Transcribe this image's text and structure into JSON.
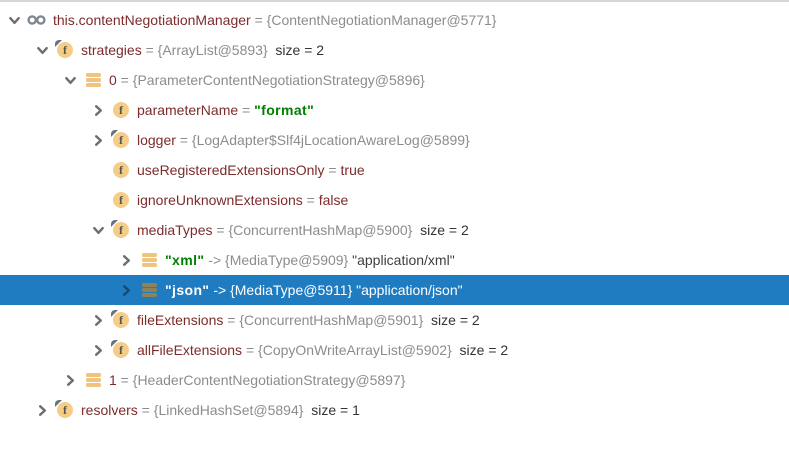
{
  "colors": {
    "selection_background": "#1f7cc1",
    "variable_name": "#7d2b2b",
    "reference_text": "#8c8c8c",
    "string_value": "#008000",
    "plain_value": "#343434",
    "field_icon_fill": "#f6cd87",
    "array_icon_fill": "#f0c47e",
    "array_icon_fill_selected": "#8d8358"
  },
  "icons": {
    "field_glyph": "f"
  },
  "tree": {
    "rows": [
      {
        "level": 0,
        "expander": "down",
        "icon": "this-object",
        "selected": false,
        "segments": [
          {
            "t": "this.contentNegotiationManager",
            "s": "name"
          },
          {
            "t": " = ",
            "s": "gray"
          },
          {
            "t": "{ContentNegotiationManager@5771}",
            "s": "gray"
          }
        ]
      },
      {
        "level": 1,
        "expander": "down",
        "icon": "field-pinned",
        "selected": false,
        "segments": [
          {
            "t": "strategies",
            "s": "name"
          },
          {
            "t": " = ",
            "s": "gray"
          },
          {
            "t": "{ArrayList@5893}",
            "s": "gray"
          },
          {
            "t": "  size = 2",
            "s": "dark"
          }
        ]
      },
      {
        "level": 2,
        "expander": "down",
        "icon": "array-element",
        "selected": false,
        "segments": [
          {
            "t": "0",
            "s": "name"
          },
          {
            "t": " = ",
            "s": "gray"
          },
          {
            "t": "{ParameterContentNegotiationStrategy@5896}",
            "s": "gray"
          }
        ]
      },
      {
        "level": 3,
        "expander": "right",
        "icon": "field",
        "selected": false,
        "segments": [
          {
            "t": "parameterName",
            "s": "name"
          },
          {
            "t": " = ",
            "s": "gray"
          },
          {
            "t": "\"format\"",
            "s": "string"
          }
        ]
      },
      {
        "level": 3,
        "expander": "right",
        "icon": "field-pinned",
        "selected": false,
        "segments": [
          {
            "t": "logger",
            "s": "name"
          },
          {
            "t": " = ",
            "s": "gray"
          },
          {
            "t": "{LogAdapter$Slf4jLocationAwareLog@5899}",
            "s": "gray"
          }
        ]
      },
      {
        "level": 3,
        "expander": "none",
        "icon": "field",
        "selected": false,
        "segments": [
          {
            "t": "useRegisteredExtensionsOnly",
            "s": "name"
          },
          {
            "t": " = ",
            "s": "gray"
          },
          {
            "t": "true",
            "s": "keyword"
          }
        ]
      },
      {
        "level": 3,
        "expander": "none",
        "icon": "field",
        "selected": false,
        "segments": [
          {
            "t": "ignoreUnknownExtensions",
            "s": "name"
          },
          {
            "t": " = ",
            "s": "gray"
          },
          {
            "t": "false",
            "s": "keyword"
          }
        ]
      },
      {
        "level": 3,
        "expander": "down",
        "icon": "field-pinned",
        "selected": false,
        "segments": [
          {
            "t": "mediaTypes",
            "s": "name"
          },
          {
            "t": " = ",
            "s": "gray"
          },
          {
            "t": "{ConcurrentHashMap@5900}",
            "s": "gray"
          },
          {
            "t": "  size = 2",
            "s": "dark"
          }
        ]
      },
      {
        "level": 4,
        "expander": "right",
        "icon": "array-element",
        "selected": false,
        "segments": [
          {
            "t": "\"xml\"",
            "s": "string"
          },
          {
            "t": " -> ",
            "s": "gray"
          },
          {
            "t": "{MediaType@5909} ",
            "s": "gray"
          },
          {
            "t": "\"application/xml\"",
            "s": "darkstr"
          }
        ]
      },
      {
        "level": 4,
        "expander": "right",
        "icon": "array-element",
        "selected": true,
        "segments": [
          {
            "t": "\"json\"",
            "s": "string"
          },
          {
            "t": " -> ",
            "s": "gray"
          },
          {
            "t": "{MediaType@5911} ",
            "s": "gray"
          },
          {
            "t": "\"application/json\"",
            "s": "darkstr"
          }
        ]
      },
      {
        "level": 3,
        "expander": "right",
        "icon": "field-pinned",
        "selected": false,
        "segments": [
          {
            "t": "fileExtensions",
            "s": "name"
          },
          {
            "t": " = ",
            "s": "gray"
          },
          {
            "t": "{ConcurrentHashMap@5901}",
            "s": "gray"
          },
          {
            "t": "  size = 2",
            "s": "dark"
          }
        ]
      },
      {
        "level": 3,
        "expander": "right",
        "icon": "field-pinned",
        "selected": false,
        "segments": [
          {
            "t": "allFileExtensions",
            "s": "name"
          },
          {
            "t": " = ",
            "s": "gray"
          },
          {
            "t": "{CopyOnWriteArrayList@5902}",
            "s": "gray"
          },
          {
            "t": "  size = 2",
            "s": "dark"
          }
        ]
      },
      {
        "level": 2,
        "expander": "right",
        "icon": "array-element",
        "selected": false,
        "segments": [
          {
            "t": "1",
            "s": "name"
          },
          {
            "t": " = ",
            "s": "gray"
          },
          {
            "t": "{HeaderContentNegotiationStrategy@5897}",
            "s": "gray"
          }
        ]
      },
      {
        "level": 1,
        "expander": "right",
        "icon": "field-pinned",
        "selected": false,
        "segments": [
          {
            "t": "resolvers",
            "s": "name"
          },
          {
            "t": " = ",
            "s": "gray"
          },
          {
            "t": "{LinkedHashSet@5894}",
            "s": "gray"
          },
          {
            "t": "  size = 1",
            "s": "dark"
          }
        ]
      }
    ]
  }
}
